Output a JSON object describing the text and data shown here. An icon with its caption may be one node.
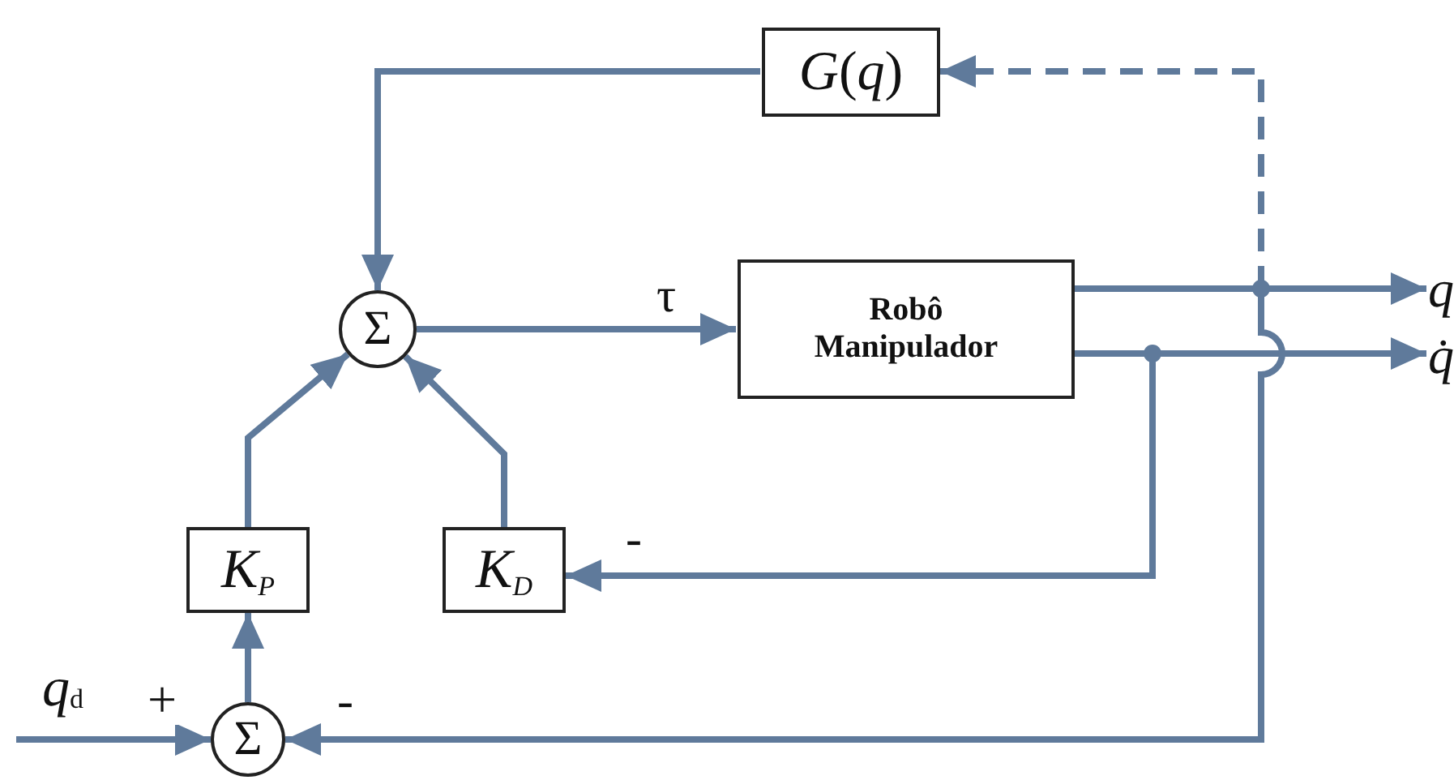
{
  "diagram": {
    "nodes": [
      {
        "text": [
          "*G*(*q*)"
        ]
      },
      {
        "text": [
          "Σ"
        ]
      },
      {
        "text": [
          "Robô Manipulador"
        ]
      },
      {
        "text": [
          "*K*$_{P}$"
        ]
      },
      {
        "text": [
          "*K*$_{D}$"
        ]
      },
      {
        "text": [
          "Σ"
        ]
      },
      {
        "text": [
          "q"
        ]
      },
      {
        "text": [
          "q̇"
        ]
      }
    ],
    "edges": [
      {
        "from": 0,
        "to": 1,
        "arrow": "to"
      },
      {
        "from": 1,
        "to": 2,
        "arrow": "to",
        "label": "τ"
      },
      {
        "from": 2,
        "to": 6,
        "arrow": "to"
      },
      {
        "from": 2,
        "to": 7,
        "arrow": "to"
      },
      {
        "from": 2,
        "to": 4,
        "arrow": "to",
        "label": "-"
      },
      {
        "from": 2,
        "to": 0,
        "arrow": "to",
        "style": "dashed"
      },
      {
        "from": 2,
        "to": 5,
        "arrow": "to",
        "label": "-"
      },
      {
        "from": 3,
        "to": 1,
        "arrow": "to"
      },
      {
        "from": 4,
        "to": 1,
        "arrow": "to"
      },
      {
        "from": 5,
        "to": 3,
        "arrow": "to"
      },
      {
        "from": null,
        "to": 5,
        "arrow": "to",
        "label": "+"
      }
    ],
    "labels": [
      "*q*$_{d}$"
    ]
  }
}
